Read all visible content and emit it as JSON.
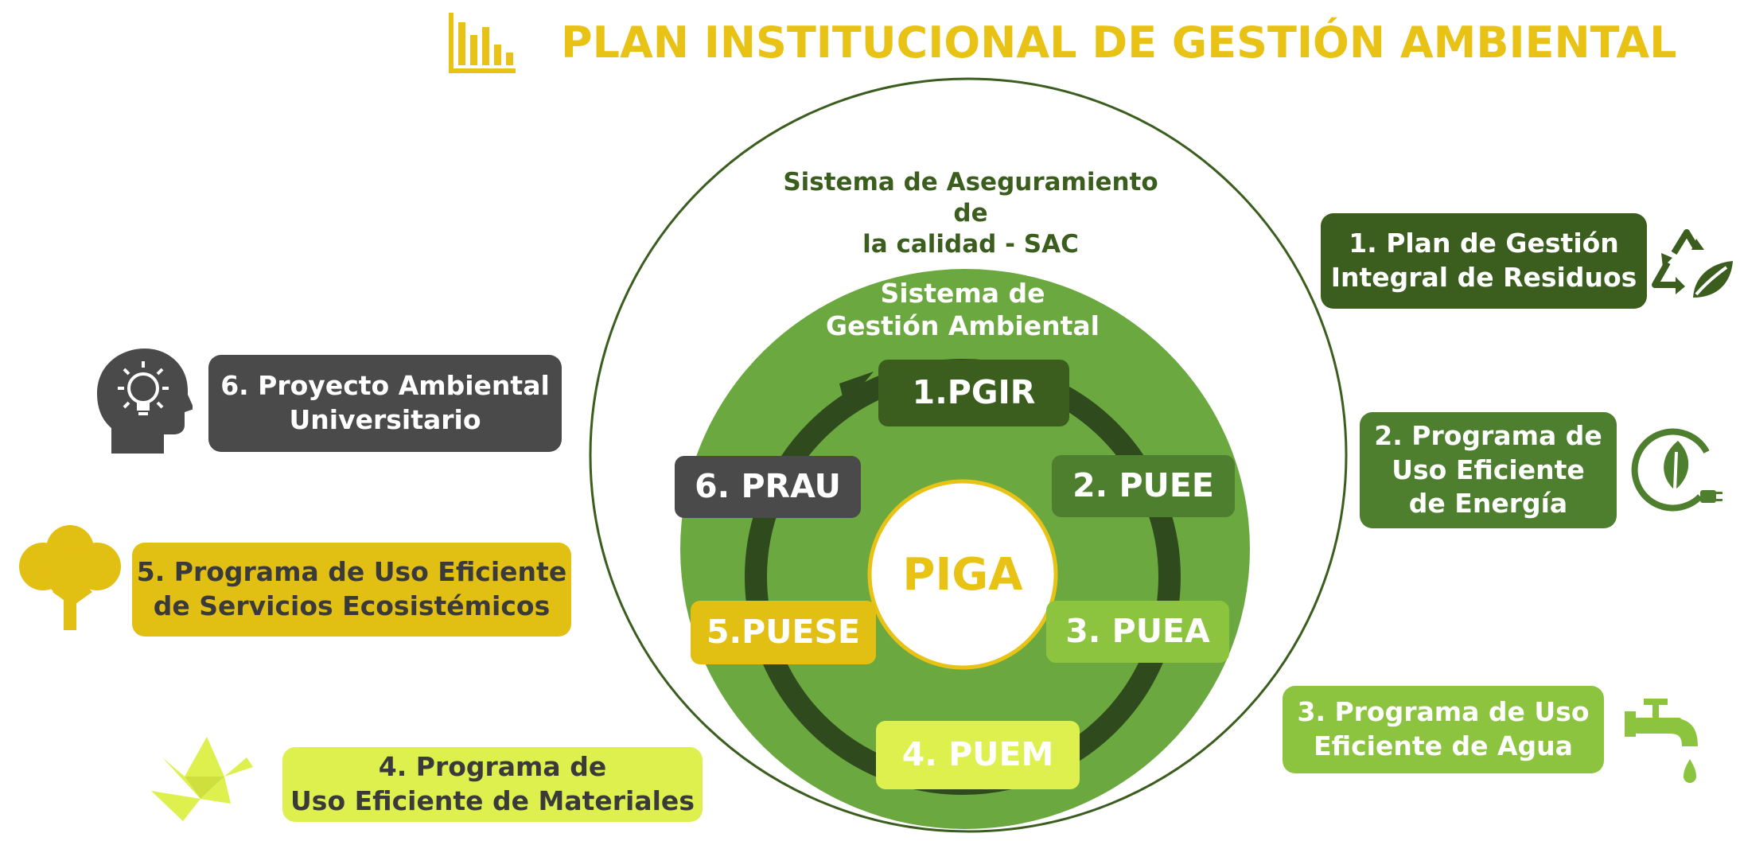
{
  "title": "PLAN INSTITUCIONAL DE GESTIÓN AMBIENTAL",
  "outer_circle_label": "Sistema de Aseguramiento de\nla calidad - SAC",
  "inner_circle_label": "Sistema de\nGestión Ambiental",
  "center_label": "PIGA",
  "cycle": [
    {
      "id": "pgir",
      "label": "1.PGIR"
    },
    {
      "id": "puee",
      "label": "2. PUEE"
    },
    {
      "id": "puea",
      "label": "3. PUEA"
    },
    {
      "id": "puem",
      "label": "4. PUEM"
    },
    {
      "id": "puese",
      "label": "5.PUESE"
    },
    {
      "id": "prau",
      "label": "6. PRAU"
    }
  ],
  "programs": [
    {
      "id": "pgir",
      "label": "1. Plan de Gestión\nIntegral de Residuos",
      "icon": "recycle-leaf-icon"
    },
    {
      "id": "puee",
      "label": "2. Programa de\nUso Eficiente\nde Energía",
      "icon": "leaf-plug-icon"
    },
    {
      "id": "puea",
      "label": "3. Programa de Uso\nEficiente de Agua",
      "icon": "faucet-icon"
    },
    {
      "id": "puem",
      "label": "4. Programa de\nUso Eficiente de Materiales",
      "icon": "origami-bird-icon"
    },
    {
      "id": "puese",
      "label": "5. Programa de Uso Eficiente\nde Servicios Ecosistémicos",
      "icon": "tree-icon"
    },
    {
      "id": "prau",
      "label": "6. Proyecto Ambiental\nUniversitario",
      "icon": "head-lightbulb-icon"
    }
  ],
  "colors": {
    "yellow_title": "#E8C215",
    "dark_green": "#3B5E1F",
    "mid_green": "#4E7F2E",
    "light_green": "#8CC43F",
    "lime": "#DDF04E",
    "gold": "#E2BF13",
    "dark_gray": "#4A4A4A",
    "circle_green": "#6BA83F",
    "ring_dark": "#2F4B1E"
  }
}
